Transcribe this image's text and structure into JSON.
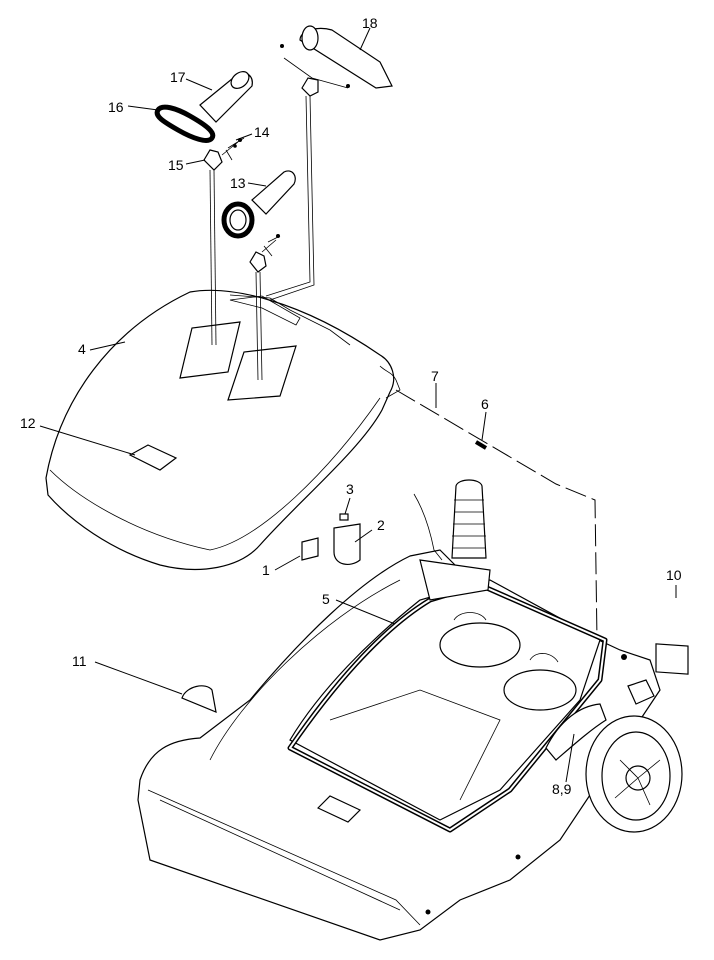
{
  "callouts": {
    "c1": "1",
    "c2": "2",
    "c3": "3",
    "c4": "4",
    "c5": "5",
    "c6": "6",
    "c7": "7",
    "c8_9": "8,9",
    "c10": "10",
    "c11": "11",
    "c12": "12",
    "c13": "13",
    "c14": "14",
    "c15": "15",
    "c16": "16",
    "c17": "17",
    "c18": "18"
  }
}
